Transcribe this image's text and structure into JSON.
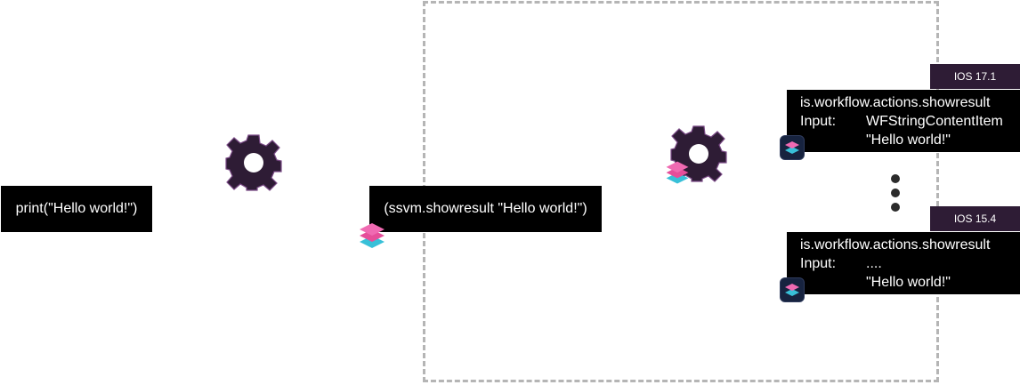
{
  "source_box": {
    "code": "print(\"Hello world!\")"
  },
  "ir_box": {
    "code": "(ssvm.showresult \"Hello world!\")"
  },
  "targets": [
    {
      "version": "IOS 17.1",
      "action": "is.workflow.actions.showresult",
      "input_label": "Input:",
      "input_type": "WFStringContentItem",
      "value": "\"Hello world!\""
    },
    {
      "version": "IOS 15.4",
      "action": "is.workflow.actions.showresult",
      "input_label": "Input:",
      "input_type": "....",
      "value": "\"Hello world!\""
    }
  ],
  "icons": [
    "gear-icon",
    "shortcuts-icon",
    "shortcuts-app-icon",
    "ellipsis-icon"
  ],
  "colors": {
    "box": "#000000",
    "gear": "#2e1c35",
    "gear_outline": "#7a4a86",
    "badge": "#2e1c35",
    "dashed": "#b5b5b5"
  }
}
